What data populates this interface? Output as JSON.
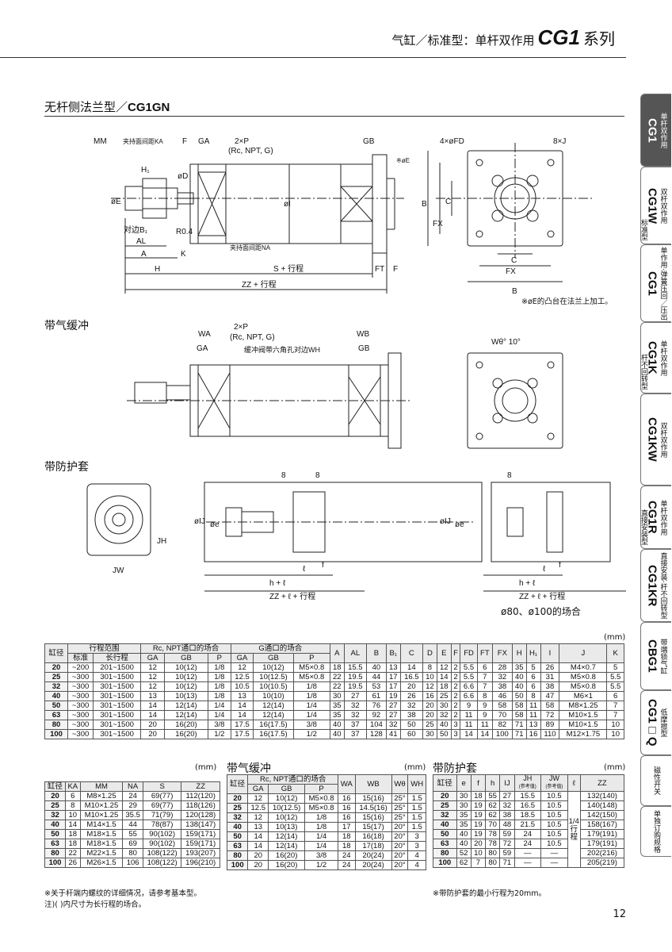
{
  "header": {
    "prefix": "气缸／标准型：单杆双作用",
    "model": "CG1",
    "suffix": "系列"
  },
  "section_title": {
    "prefix": "无杆侧法兰型／",
    "code": "CG1GN"
  },
  "subsections": {
    "cushion": "带气缓冲",
    "boot": "带防护套"
  },
  "drawing1": {
    "labels": [
      "MM",
      "夹持面间距KA",
      "F",
      "GA",
      "2×P",
      "(Rc, NPT, G)",
      "GB",
      "H₁",
      "øD",
      "øE",
      "对边B₁",
      "R0.4",
      "AL",
      "A",
      "K",
      "øI",
      "夹持面间距NA",
      "H",
      "S + 行程",
      "FT",
      "F",
      "ZZ + 行程",
      "※øE",
      "4×øFD",
      "8×J",
      "B",
      "FX",
      "C",
      "C",
      "FX",
      "B"
    ],
    "note": "※øE的凸台在法兰上加工。"
  },
  "drawing2": {
    "labels": [
      "WA",
      "2×P",
      "(Rc, NPT, G)",
      "WB",
      "GA",
      "缓冲阀带六角孔对边WH",
      "GB",
      "Wθ° 10°"
    ]
  },
  "drawing3": {
    "labels": [
      "8",
      "8",
      "øIJ",
      "øe",
      "JH",
      "JW",
      "ℓ",
      "f",
      "h + ℓ",
      "ZZ + ℓ + 行程",
      "8",
      "øIJ",
      "øe",
      "ℓ",
      "f",
      "h + ℓ",
      "ZZ + ℓ + 行程"
    ],
    "caption": "ø80、ø100的场合"
  },
  "unit": "(mm)",
  "table_main": {
    "group_headers": [
      "缸径",
      "行程范围",
      "Rc, NPT通口的场合",
      "G通口的场合"
    ],
    "sub_headers": [
      "标准",
      "长行程",
      "GA",
      "GB",
      "P",
      "GA",
      "GB",
      "P"
    ],
    "cols": [
      "A",
      "AL",
      "B",
      "B₁",
      "C",
      "D",
      "E",
      "F",
      "FD",
      "FT",
      "FX",
      "H",
      "H₁",
      "I",
      "J",
      "K"
    ],
    "rows": [
      [
        "20",
        "~200",
        "201~1500",
        "12",
        "10(12)",
        "1/8",
        "12",
        "10(12)",
        "M5×0.8",
        "18",
        "15.5",
        "40",
        "13",
        "14",
        "8",
        "12",
        "2",
        "5.5",
        "6",
        "28",
        "35",
        "5",
        "26",
        "M4×0.7",
        "5"
      ],
      [
        "25",
        "~300",
        "301~1500",
        "12",
        "10(12)",
        "1/8",
        "12.5",
        "10(12.5)",
        "M5×0.8",
        "22",
        "19.5",
        "44",
        "17",
        "16.5",
        "10",
        "14",
        "2",
        "5.5",
        "7",
        "32",
        "40",
        "6",
        "31",
        "M5×0.8",
        "5.5"
      ],
      [
        "32",
        "~300",
        "301~1500",
        "12",
        "10(12)",
        "1/8",
        "10.5",
        "10(10.5)",
        "1/8",
        "22",
        "19.5",
        "53",
        "17",
        "20",
        "12",
        "18",
        "2",
        "6.6",
        "7",
        "38",
        "40",
        "6",
        "38",
        "M5×0.8",
        "5.5"
      ],
      [
        "40",
        "~300",
        "301~1500",
        "13",
        "10(13)",
        "1/8",
        "13",
        "10(10)",
        "1/8",
        "30",
        "27",
        "61",
        "19",
        "26",
        "16",
        "25",
        "2",
        "6.6",
        "8",
        "46",
        "50",
        "8",
        "47",
        "M6×1",
        "6"
      ],
      [
        "50",
        "~300",
        "301~1500",
        "14",
        "12(14)",
        "1/4",
        "14",
        "12(14)",
        "1/4",
        "35",
        "32",
        "76",
        "27",
        "32",
        "20",
        "30",
        "2",
        "9",
        "9",
        "58",
        "58",
        "11",
        "58",
        "M8×1.25",
        "7"
      ],
      [
        "63",
        "~300",
        "301~1500",
        "14",
        "12(14)",
        "1/4",
        "14",
        "12(14)",
        "1/4",
        "35",
        "32",
        "92",
        "27",
        "38",
        "20",
        "32",
        "2",
        "11",
        "9",
        "70",
        "58",
        "11",
        "72",
        "M10×1.5",
        "7"
      ],
      [
        "80",
        "~300",
        "301~1500",
        "20",
        "16(20)",
        "3/8",
        "17.5",
        "16(17.5)",
        "3/8",
        "40",
        "37",
        "104",
        "32",
        "50",
        "25",
        "40",
        "3",
        "11",
        "11",
        "82",
        "71",
        "13",
        "89",
        "M10×1.5",
        "10"
      ],
      [
        "100",
        "~300",
        "301~1500",
        "20",
        "16(20)",
        "1/2",
        "17.5",
        "16(17.5)",
        "1/2",
        "40",
        "37",
        "128",
        "41",
        "60",
        "30",
        "50",
        "3",
        "14",
        "14",
        "100",
        "71",
        "16",
        "110",
        "M12×1.75",
        "10"
      ]
    ]
  },
  "table_a": {
    "headers": [
      "缸径",
      "KA",
      "MM",
      "NA",
      "S",
      "ZZ"
    ],
    "rows": [
      [
        "20",
        "6",
        "M8×1.25",
        "24",
        "69(77)",
        "112(120)"
      ],
      [
        "25",
        "8",
        "M10×1.25",
        "29",
        "69(77)",
        "118(126)"
      ],
      [
        "32",
        "10",
        "M10×1.25",
        "35.5",
        "71(79)",
        "120(128)"
      ],
      [
        "40",
        "14",
        "M14×1.5",
        "44",
        "78(87)",
        "138(147)"
      ],
      [
        "50",
        "18",
        "M18×1.5",
        "55",
        "90(102)",
        "159(171)"
      ],
      [
        "63",
        "18",
        "M18×1.5",
        "69",
        "90(102)",
        "159(171)"
      ],
      [
        "80",
        "22",
        "M22×1.5",
        "80",
        "108(122)",
        "193(207)"
      ],
      [
        "100",
        "26",
        "M26×1.5",
        "106",
        "108(122)",
        "196(210)"
      ]
    ],
    "notes": [
      "※关于杆端内螺纹的详细情况，请参考基本型。",
      "注)(  )内尺寸为长行程的场合。"
    ]
  },
  "table_b": {
    "title": "带气缓冲",
    "group_header": "Rc, NPT通口的场合",
    "headers": [
      "缸径",
      "GA",
      "GB",
      "P",
      "WA",
      "WB",
      "Wθ",
      "WH"
    ],
    "rows": [
      [
        "20",
        "12",
        "10(12)",
        "M5×0.8",
        "16",
        "15(16)",
        "25°",
        "1.5"
      ],
      [
        "25",
        "12.5",
        "10(12.5)",
        "M5×0.8",
        "16",
        "14.5(16)",
        "25°",
        "1.5"
      ],
      [
        "32",
        "12",
        "10(12)",
        "1/8",
        "16",
        "15(16)",
        "25°",
        "1.5"
      ],
      [
        "40",
        "13",
        "10(13)",
        "1/8",
        "17",
        "15(17)",
        "20°",
        "1.5"
      ],
      [
        "50",
        "14",
        "12(14)",
        "1/4",
        "18",
        "16(18)",
        "20°",
        "3"
      ],
      [
        "63",
        "14",
        "12(14)",
        "1/4",
        "18",
        "17(18)",
        "20°",
        "3"
      ],
      [
        "80",
        "20",
        "16(20)",
        "3/8",
        "24",
        "20(24)",
        "20°",
        "4"
      ],
      [
        "100",
        "20",
        "16(20)",
        "1/2",
        "24",
        "20(24)",
        "20°",
        "4"
      ]
    ]
  },
  "table_c": {
    "title": "带防护套",
    "headers": [
      "缸径",
      "e",
      "f",
      "h",
      "IJ",
      "JH",
      "(参考值)",
      "JW",
      "(参考值)",
      "ℓ",
      "ZZ"
    ],
    "l_value": "1/4 行程",
    "rows": [
      [
        "20",
        "30",
        "18",
        "55",
        "27",
        "15.5",
        "10.5",
        "132(140)"
      ],
      [
        "25",
        "30",
        "19",
        "62",
        "32",
        "16.5",
        "10.5",
        "140(148)"
      ],
      [
        "32",
        "35",
        "19",
        "62",
        "38",
        "18.5",
        "10.5",
        "142(150)"
      ],
      [
        "40",
        "35",
        "19",
        "70",
        "48",
        "21.5",
        "10.5",
        "158(167)"
      ],
      [
        "50",
        "40",
        "19",
        "78",
        "59",
        "24",
        "10.5",
        "179(191)"
      ],
      [
        "63",
        "40",
        "20",
        "78",
        "72",
        "24",
        "10.5",
        "179(191)"
      ],
      [
        "80",
        "52",
        "10",
        "80",
        "59",
        "—",
        "—",
        "202(216)"
      ],
      [
        "100",
        "62",
        "7",
        "80",
        "71",
        "—",
        "—",
        "205(219)"
      ]
    ],
    "note": "※带防护套的最小行程为20mm。"
  },
  "side_tabs": [
    {
      "code": "CG1",
      "cn": "单杆双作用",
      "active": true
    },
    {
      "code": "CG1W",
      "cn": "双杆双作用",
      "group": "标准型"
    },
    {
      "code": "CG1",
      "cn": "单作用·弹簧压回／压出"
    },
    {
      "code": "CG1K",
      "cn": "单杆双作用",
      "group": "杆不回转型"
    },
    {
      "code": "CG1KW",
      "cn": "双杆双作用"
    },
    {
      "code": "CG1R",
      "cn": "单杆双作用",
      "group": "直接安装型"
    },
    {
      "code": "CG1KR",
      "cn": "直接安装·杆不回转型"
    },
    {
      "code": "CBG1",
      "cn": "带端锁气缸"
    },
    {
      "code": "CG1□Q",
      "cn": "低摩擦型"
    },
    {
      "code": "",
      "cn": "磁性开关"
    },
    {
      "code": "",
      "cn": "单独订购规格"
    }
  ],
  "page_number": "12",
  "colors": {
    "line": "#222222",
    "header_fill": "#eaeaea",
    "tab_active": "#555555"
  }
}
